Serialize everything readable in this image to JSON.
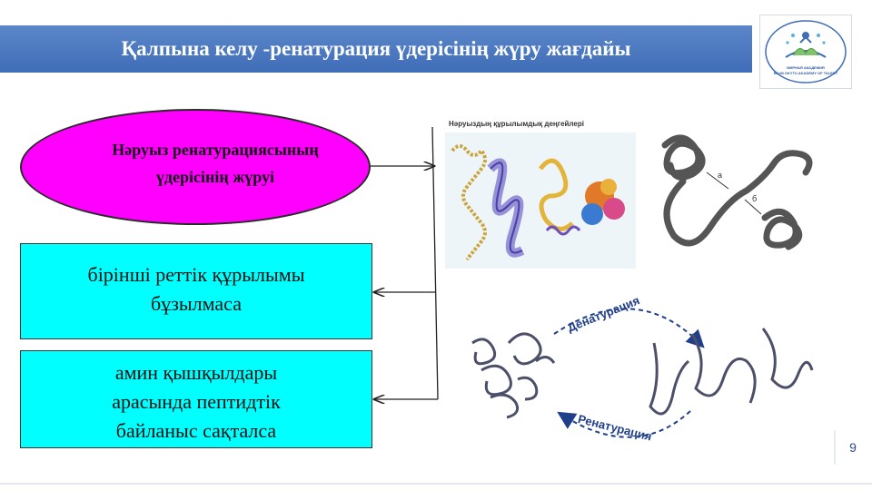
{
  "slide": {
    "title": "Қалпына келу -ренатурация үдерісінің жүру жағдайы",
    "page_number": "9"
  },
  "logo": {
    "caption_line1": "МИРНАЯ АКАДЕМИЯ",
    "caption_line2": "BILIM OKYTU AKADEMY OF TALENT"
  },
  "ellipse": {
    "line1": "Нәруыз ренатурациясының",
    "line2": "үдерісінің жүруі"
  },
  "conditions": [
    {
      "lines": [
        "бірінші реттік құрылымы",
        "бұзылмаса"
      ]
    },
    {
      "lines": [
        "амин қышқылдары",
        "арасында пептидтік",
        "байланыс сақталса"
      ]
    }
  ],
  "figure1": {
    "caption": "Нәруыздың құрылымдық деңгейлері"
  },
  "figure2": {
    "label_a": "а",
    "label_b": "б"
  },
  "figure3": {
    "label_top": "Денатурация",
    "label_bottom": "Ренатурация"
  },
  "colors": {
    "title_bar": "#3f6db7",
    "ellipse_fill": "#ff00ff",
    "box_fill": "#00ffff"
  }
}
